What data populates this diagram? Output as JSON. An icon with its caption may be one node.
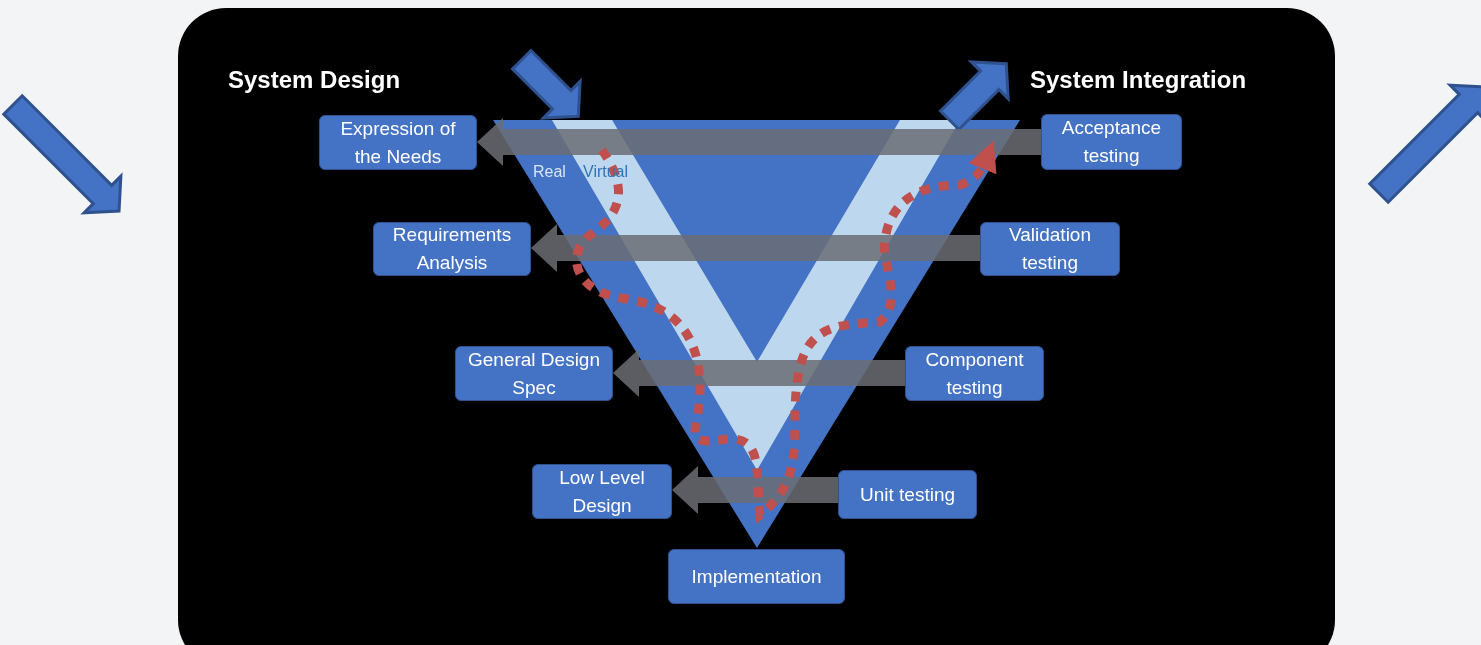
{
  "diagram": {
    "nodes": [
      {
        "text": [
          "Expression of the Needs"
        ]
      },
      {
        "text": [
          "Requirements Analysis"
        ]
      },
      {
        "text": [
          "General Design Spec"
        ]
      },
      {
        "text": [
          "Low Level Design"
        ]
      },
      {
        "text": [
          "Implementation"
        ]
      },
      {
        "text": [
          "Acceptance testing"
        ]
      },
      {
        "text": [
          "Validation testing"
        ]
      },
      {
        "text": [
          "Component testing"
        ]
      },
      {
        "text": [
          "Unit testing"
        ]
      }
    ],
    "edges": [
      {
        "from": 5,
        "to": 0,
        "arrow": "to"
      },
      {
        "from": 6,
        "to": 1,
        "arrow": "to"
      },
      {
        "from": 7,
        "to": 2,
        "arrow": "to"
      },
      {
        "from": 8,
        "to": 3,
        "arrow": "to"
      }
    ],
    "labels": [
      "System Design",
      "System Integration",
      "Real",
      "Virtual"
    ]
  }
}
